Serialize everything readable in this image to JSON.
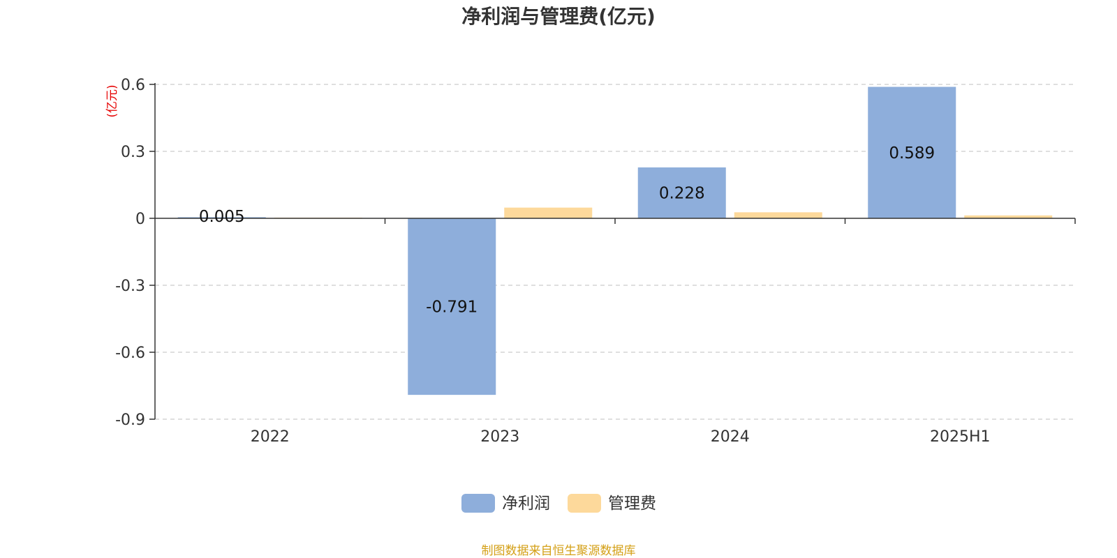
{
  "chart_data": {
    "type": "bar",
    "title": "净利润与管理费(亿元)",
    "ylabel": "(亿元)",
    "categories": [
      "2022",
      "2023",
      "2024",
      "2025H1"
    ],
    "series": [
      {
        "name": "净利润",
        "values": [
          0.005,
          -0.791,
          0.228,
          0.589
        ],
        "color": "#8eaedb",
        "show_labels": true
      },
      {
        "name": "管理费",
        "values": [
          0.003,
          0.048,
          0.027,
          0.013
        ],
        "color": "#fdd99b",
        "show_labels": false
      }
    ],
    "ylim": [
      -0.9,
      0.6
    ],
    "yticks": [
      "0.6",
      "0.3",
      "0",
      "-0.3",
      "-0.6",
      "-0.9"
    ],
    "grid": true,
    "legend_position": "bottom-center"
  },
  "footer": {
    "source": "制图数据来自恒生聚源数据库"
  }
}
